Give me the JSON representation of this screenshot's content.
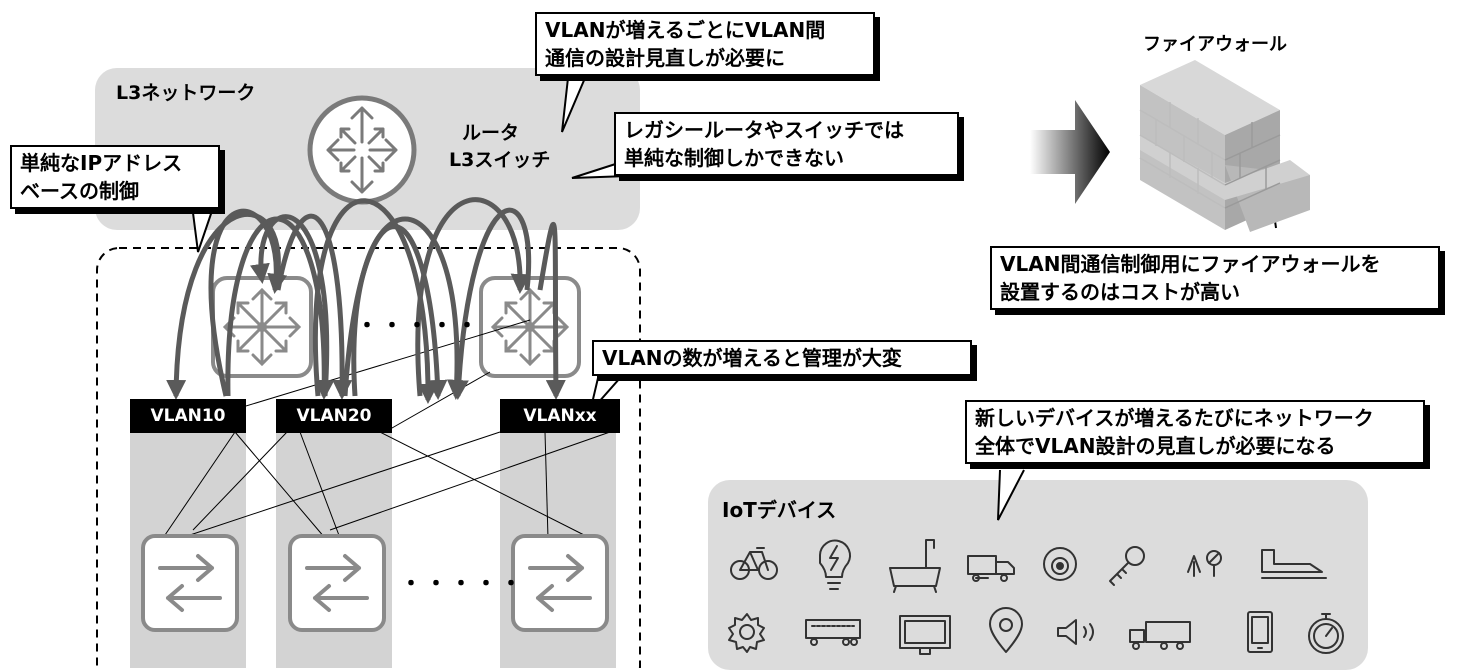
{
  "l3_network": {
    "label": "L3ネットワーク"
  },
  "router": {
    "label_line1": "ルータ",
    "label_line2": "L3スイッチ"
  },
  "callouts": {
    "vlan_growth": {
      "line1": "VLANが増えるごとにVLAN間",
      "line2": "通信の設計見直しが必要に"
    },
    "legacy_control": {
      "line1": "レガシールータやスイッチでは",
      "line2": "単純な制御しかできない"
    },
    "ip_control": {
      "line1": "単純なIPアドレス",
      "line2": "ベースの制御"
    },
    "vlan_management": {
      "line1": "VLANの数が増えると管理が大変"
    },
    "firewall_cost": {
      "line1": "VLAN間通信制御用にファイアウォールを",
      "line2": "設置するのはコストが高い"
    },
    "new_devices": {
      "line1": "新しいデバイスが増えるたびにネットワーク",
      "line2": "全体でVLAN設計の見直しが必要になる"
    }
  },
  "firewall": {
    "label": "ファイアウォール"
  },
  "vlans": [
    "VLAN10",
    "VLAN20",
    "VLANxx"
  ],
  "ellipsis": "・・・・・",
  "iot": {
    "title": "IoTデバイス",
    "row1_icons": [
      "bicycle-icon",
      "lightbulb-icon",
      "bathtub-icon",
      "truck-icon",
      "speaker-icon",
      "key-icon",
      "sensor-icon",
      "airplane-icon"
    ],
    "row2_icons": [
      "gear-icon",
      "train-icon",
      "monitor-icon",
      "location-pin-icon",
      "megaphone-icon",
      "tractor-trailer-icon",
      "phone-icon",
      "stopwatch-icon"
    ]
  },
  "colors": {
    "panel": "#dcdcdc",
    "column": "#d3d3d3",
    "arrow": "#5a5a5a",
    "vlan_bg": "#000000"
  }
}
